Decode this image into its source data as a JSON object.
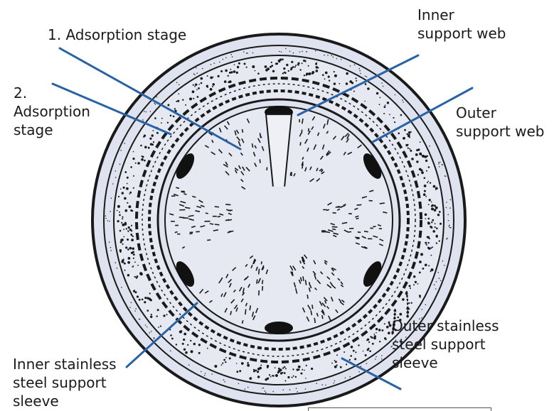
{
  "labels": {
    "adsorption_stage_1": "1. Adsorption stage",
    "adsorption_stage_2": [
      "2.",
      "Adsorption",
      "stage"
    ],
    "inner_support_web": [
      "Inner",
      "support web"
    ],
    "outer_support_web": [
      "Outer",
      "support web"
    ],
    "inner_sleeve": [
      "Inner stainless",
      "steel support",
      "sleeve"
    ],
    "outer_sleeve": [
      "Outer stainless",
      "steel support",
      "sleeve"
    ]
  },
  "colors": {
    "leader_line": "#2a63a3",
    "filter_fill": "#dfe3ef",
    "outline": "#1a1a1a",
    "center": "#eef0f6"
  }
}
